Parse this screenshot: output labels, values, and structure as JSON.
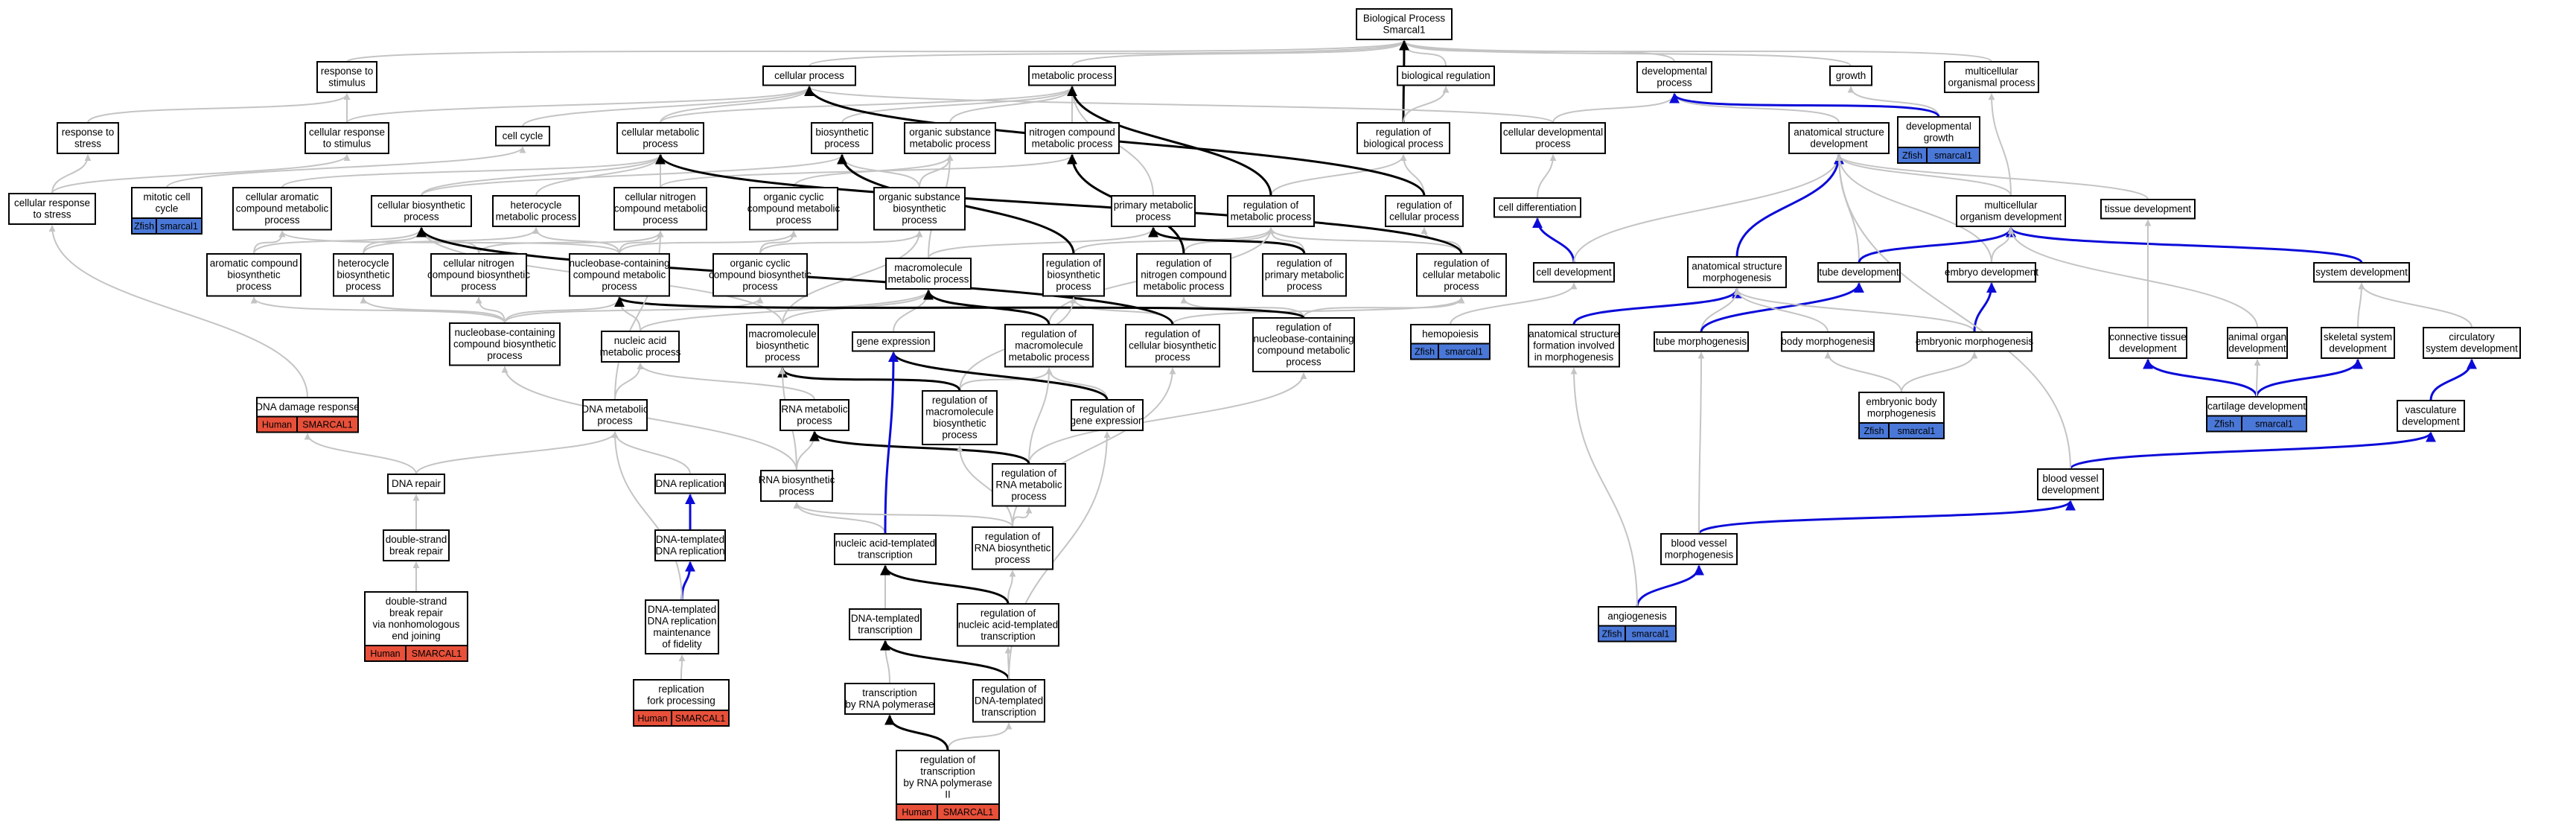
{
  "colors": {
    "human": "#e8503a",
    "zfish": "#4a78d8",
    "blue_edge": "#0b0bd9",
    "gray_edge": "#c4c4c4"
  },
  "nodes": {
    "bp": [
      "Biological Process",
      "Smarcal1"
    ],
    "rts": [
      "response to",
      "stimulus"
    ],
    "cp": [
      "cellular process"
    ],
    "mp": [
      "metabolic process"
    ],
    "dp": [
      "developmental",
      "process"
    ],
    "growth": [
      "growth"
    ],
    "mop": [
      "multicellular",
      "organismal process"
    ],
    "rtstress": [
      "response to",
      "stress"
    ],
    "crts": [
      "cellular response",
      "to stimulus"
    ],
    "cellcycle": [
      "cell cycle"
    ],
    "cmp": [
      "cellular metabolic",
      "process"
    ],
    "biosyn": [
      "biosynthetic",
      "process"
    ],
    "osmp": [
      "organic substance",
      "metabolic process"
    ],
    "ncmp": [
      "nitrogen compound",
      "metabolic process"
    ],
    "biolreg": [
      "biological regulation"
    ],
    "robp": [
      "regulation of",
      "biological process"
    ],
    "cdp": [
      "cellular developmental",
      "process"
    ],
    "asd": [
      "anatomical structure",
      "development"
    ],
    "devgrowth": [
      "developmental",
      "growth"
    ],
    "crstress": [
      "cellular response",
      "to stress"
    ],
    "mcc": [
      "mitotic cell",
      "cycle"
    ],
    "cacmp": [
      "cellular aromatic",
      "compound metabolic",
      "process"
    ],
    "cbp": [
      "cellular biosynthetic",
      "process"
    ],
    "hmp": [
      "heterocycle",
      "metabolic process"
    ],
    "cncmp": [
      "cellular nitrogen",
      "compound metabolic",
      "process"
    ],
    "occmp": [
      "organic cyclic",
      "compound metabolic",
      "process"
    ],
    "osbp": [
      "organic substance",
      "biosynthetic",
      "process"
    ],
    "pmp": [
      "primary metabolic",
      "process"
    ],
    "romp": [
      "regulation of",
      "metabolic process"
    ],
    "rocp": [
      "regulation of",
      "cellular process"
    ],
    "celldiff": [
      "cell differentiation"
    ],
    "mod": [
      "multicellular",
      "organism development"
    ],
    "tissuedev": [
      "tissue development"
    ],
    "acbp": [
      "aromatic compound",
      "biosynthetic",
      "process"
    ],
    "hbp": [
      "heterocycle",
      "biosynthetic",
      "process"
    ],
    "cncbp": [
      "cellular nitrogen",
      "compound biosynthetic",
      "process"
    ],
    "nccmp": [
      "nucleobase-containing",
      "compound metabolic",
      "process"
    ],
    "occbp": [
      "organic cyclic",
      "compound biosynthetic",
      "process"
    ],
    "mmp": [
      "macromolecule",
      "metabolic process"
    ],
    "robsp": [
      "regulation of",
      "biosynthetic",
      "process"
    ],
    "roncmp": [
      "regulation of",
      "nitrogen compound",
      "metabolic process"
    ],
    "ropmp": [
      "regulation of",
      "primary metabolic",
      "process"
    ],
    "rocmp": [
      "regulation of",
      "cellular metabolic",
      "process"
    ],
    "celldev": [
      "cell development"
    ],
    "asm": [
      "anatomical structure",
      "morphogenesis"
    ],
    "tubedev": [
      "tube development"
    ],
    "embryodev": [
      "embryo development"
    ],
    "sysdev": [
      "system development"
    ],
    "hemo": [
      "hemopoiesis"
    ],
    "asfim": [
      "anatomical structure",
      "formation involved",
      "in morphogenesis"
    ],
    "tubemorph": [
      "tube morphogenesis"
    ],
    "bodymorph": [
      "body morphogenesis"
    ],
    "embmorph": [
      "embryonic morphogenesis"
    ],
    "ctd": [
      "connective tissue",
      "development"
    ],
    "aod": [
      "animal organ",
      "development"
    ],
    "ssd": [
      "skeletal system",
      "development"
    ],
    "csd": [
      "circulatory",
      "system development"
    ],
    "ebm": [
      "embryonic body",
      "morphogenesis"
    ],
    "cartdev": [
      "cartilage development"
    ],
    "vascdev": [
      "vasculature",
      "development"
    ],
    "nccbp": [
      "nucleobase-containing",
      "compound biosynthetic",
      "process"
    ],
    "namp": [
      "nucleic acid",
      "metabolic process"
    ],
    "mbp": [
      "macromolecule",
      "biosynthetic",
      "process"
    ],
    "geneexp": [
      "gene expression"
    ],
    "romacmp": [
      "regulation of",
      "macromolecule",
      "metabolic process"
    ],
    "rocbp": [
      "regulation of",
      "cellular biosynthetic",
      "process"
    ],
    "roncbp": [
      "regulation of",
      "nucleobase-containing",
      "compound metabolic",
      "process"
    ],
    "ddr": [
      "DNA damage response"
    ],
    "dnamp": [
      "DNA metabolic",
      "process"
    ],
    "rnamp": [
      "RNA metabolic",
      "process"
    ],
    "rombp": [
      "regulation of",
      "macromolecule",
      "biosynthetic",
      "process"
    ],
    "roge": [
      "regulation of",
      "gene expression"
    ],
    "dnarepair": [
      "DNA repair"
    ],
    "dnarep": [
      "DNA replication"
    ],
    "rnabp": [
      "RNA biosynthetic",
      "process"
    ],
    "rormp": [
      "regulation of",
      "RNA metabolic",
      "process"
    ],
    "bvd": [
      "blood vessel",
      "development"
    ],
    "dsbr": [
      "double-strand",
      "break repair"
    ],
    "dtdr": [
      "DNA-templated",
      "DNA replication"
    ],
    "natt": [
      "nucleic acid-templated",
      "transcription"
    ],
    "rorbp": [
      "regulation of",
      "RNA biosynthetic",
      "process"
    ],
    "bvm": [
      "blood vessel",
      "morphogenesis"
    ],
    "dsbrnhej": [
      "double-strand",
      "break repair",
      "via nonhomologous",
      "end joining"
    ],
    "dtdrmf": [
      "DNA-templated",
      "DNA replication",
      "maintenance",
      "of fidelity"
    ],
    "dtt": [
      "DNA-templated",
      "transcription"
    ],
    "ronatt": [
      "regulation of",
      "nucleic acid-templated",
      "transcription"
    ],
    "angio": [
      "angiogenesis"
    ],
    "rfp": [
      "replication",
      "fork processing"
    ],
    "tbrnap": [
      "transcription",
      "by RNA polymerase"
    ],
    "rodtt": [
      "regulation of",
      "DNA-templated",
      "transcription"
    ],
    "rotrnap2": [
      "regulation of",
      "transcription",
      "by RNA polymerase",
      "II"
    ]
  },
  "badges": {
    "mcc": [
      "Zfish",
      "smarcal1"
    ],
    "devgrowth": [
      "Zfish",
      "smarcal1"
    ],
    "hemo": [
      "Zfish",
      "smarcal1"
    ],
    "ebm": [
      "Zfish",
      "smarcal1"
    ],
    "cartdev": [
      "Zfish",
      "smarcal1"
    ],
    "angio": [
      "Zfish",
      "smarcal1"
    ],
    "ddr": [
      "Human",
      "SMARCAL1"
    ],
    "dsbrnhej": [
      "Human",
      "SMARCAL1"
    ],
    "rfp": [
      "Human",
      "SMARCAL1"
    ],
    "rotrnap2": [
      "Human",
      "SMARCAL1"
    ]
  }
}
